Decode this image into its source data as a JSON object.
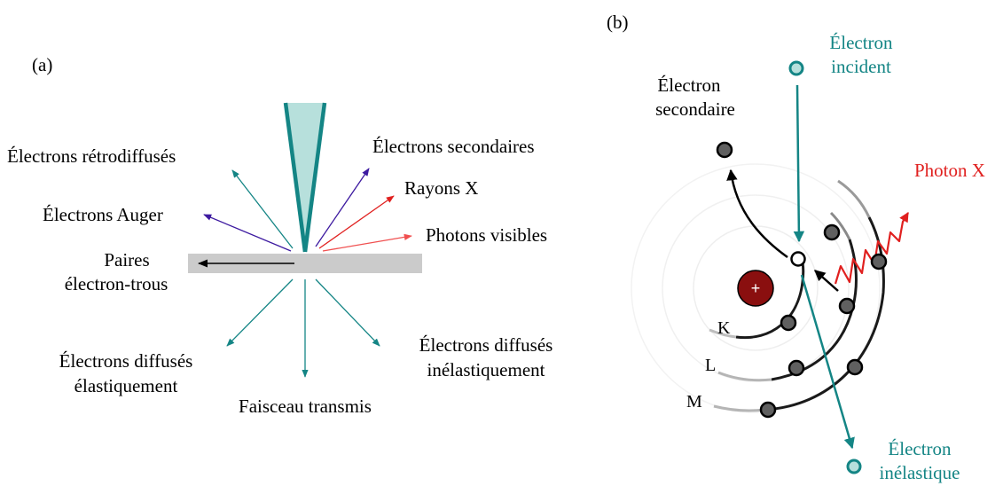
{
  "panel_a": {
    "tag": "(a)",
    "labels": {
      "backscattered": "Électrons rétrodiffusés",
      "auger": "Électrons Auger",
      "pairs_1": "Paires",
      "pairs_2": "électron-trous",
      "elastic_1": "Électrons diffusés",
      "elastic_2": "élastiquement",
      "transmitted": "Faisceau transmis",
      "inelastic_1": "Électrons diffusés",
      "inelastic_2": "inélastiquement",
      "secondary": "Électrons secondaires",
      "xrays": "Rayons X",
      "visible": "Photons visibles"
    }
  },
  "panel_b": {
    "tag": "(b)",
    "incident_1": "Électron",
    "incident_2": "incident",
    "secondary_1": "Électron",
    "secondary_2": "secondaire",
    "photon": "Photon X",
    "inelastic_1": "Électron",
    "inelastic_2": "inélastique",
    "nucleus_sign": "+",
    "shells": [
      "K",
      "L",
      "M"
    ]
  },
  "colors": {
    "teal": "#148585",
    "purple": "#3d1aa0",
    "red": "#e0201f",
    "pink": "#f05050",
    "beam_fill": "#b7e0dc",
    "specimen": "#cbcbcb",
    "nucleus": "#8a0f0f",
    "electron": "#606060"
  }
}
